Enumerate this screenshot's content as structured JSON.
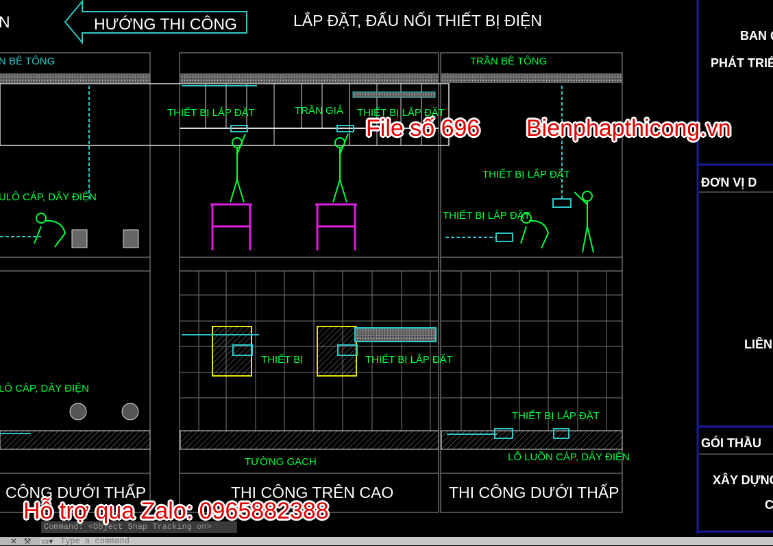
{
  "header": {
    "direction_label": "HƯỚNG THI CÔNG",
    "left_title_fragment": "N",
    "main_title": "LẮP ĐẶT, ĐẤU NỐI THIẾT BỊ ĐIỆN"
  },
  "labels": {
    "left_concrete": "N BÊ TÔNG",
    "left_cable_top": "ULÔ CÁP, DÂY ĐIỆN",
    "left_cable_bottom": "LÔ CÁP, DÂY ĐIỆN",
    "mid_device1": "THIẾT BỊ LẮP ĐẶT",
    "mid_false_ceiling": "TRẦN GIẢ",
    "mid_device2": "THIẾT BỊ LẮP ĐẶT",
    "mid_device_plan1": "THIẾT BỊ",
    "mid_device_plan2": "THIẾT BỊ LẮP ĐẶT",
    "mid_brick_wall": "TƯỜNG GẠCH",
    "right_concrete": "TRẦN BÊ TÔNG",
    "right_device_high": "THIẾT BỊ LẮP ĐẶT",
    "right_device_low": "THIẾT BỊ LẮP ĐẶT",
    "right_device_floor": "THIẾT BỊ LẮP ĐẶT",
    "right_conduit_hole": "LỖ LUỒN CÁP, DÂY ĐIỆN"
  },
  "captions": {
    "left": "CÔNG DƯỚI THẤP",
    "middle": "THI CÔNG TRÊN CAO",
    "right": "THI CÔNG DƯỚI THẤP"
  },
  "title_block": {
    "line1": "BAN Q",
    "line2": "PHÁT TRIỂ",
    "section_unit": "ĐƠN VỊ D",
    "section_mid": "LIÊN",
    "section_package": "GÓI THẦU",
    "line_build": "XÂY DỰNG",
    "line_c": "C"
  },
  "watermarks": {
    "file_no": "File số 696",
    "site": "Bienphapthicong.vn",
    "support": "Hỗ trợ qua Zalo: 0965882388"
  },
  "command_line": {
    "history": "Command: <Object Snap Tracking on>",
    "placeholder": "Type a command"
  },
  "colors": {
    "background": "#000000",
    "green": "#00ff3c",
    "cyan": "#2ec8c8",
    "magenta": "#e01ee0",
    "yellow": "#e6e600",
    "grid": "#9a9a9a",
    "title_block_border": "#1a1aa0",
    "watermark_red": "#e00000"
  }
}
